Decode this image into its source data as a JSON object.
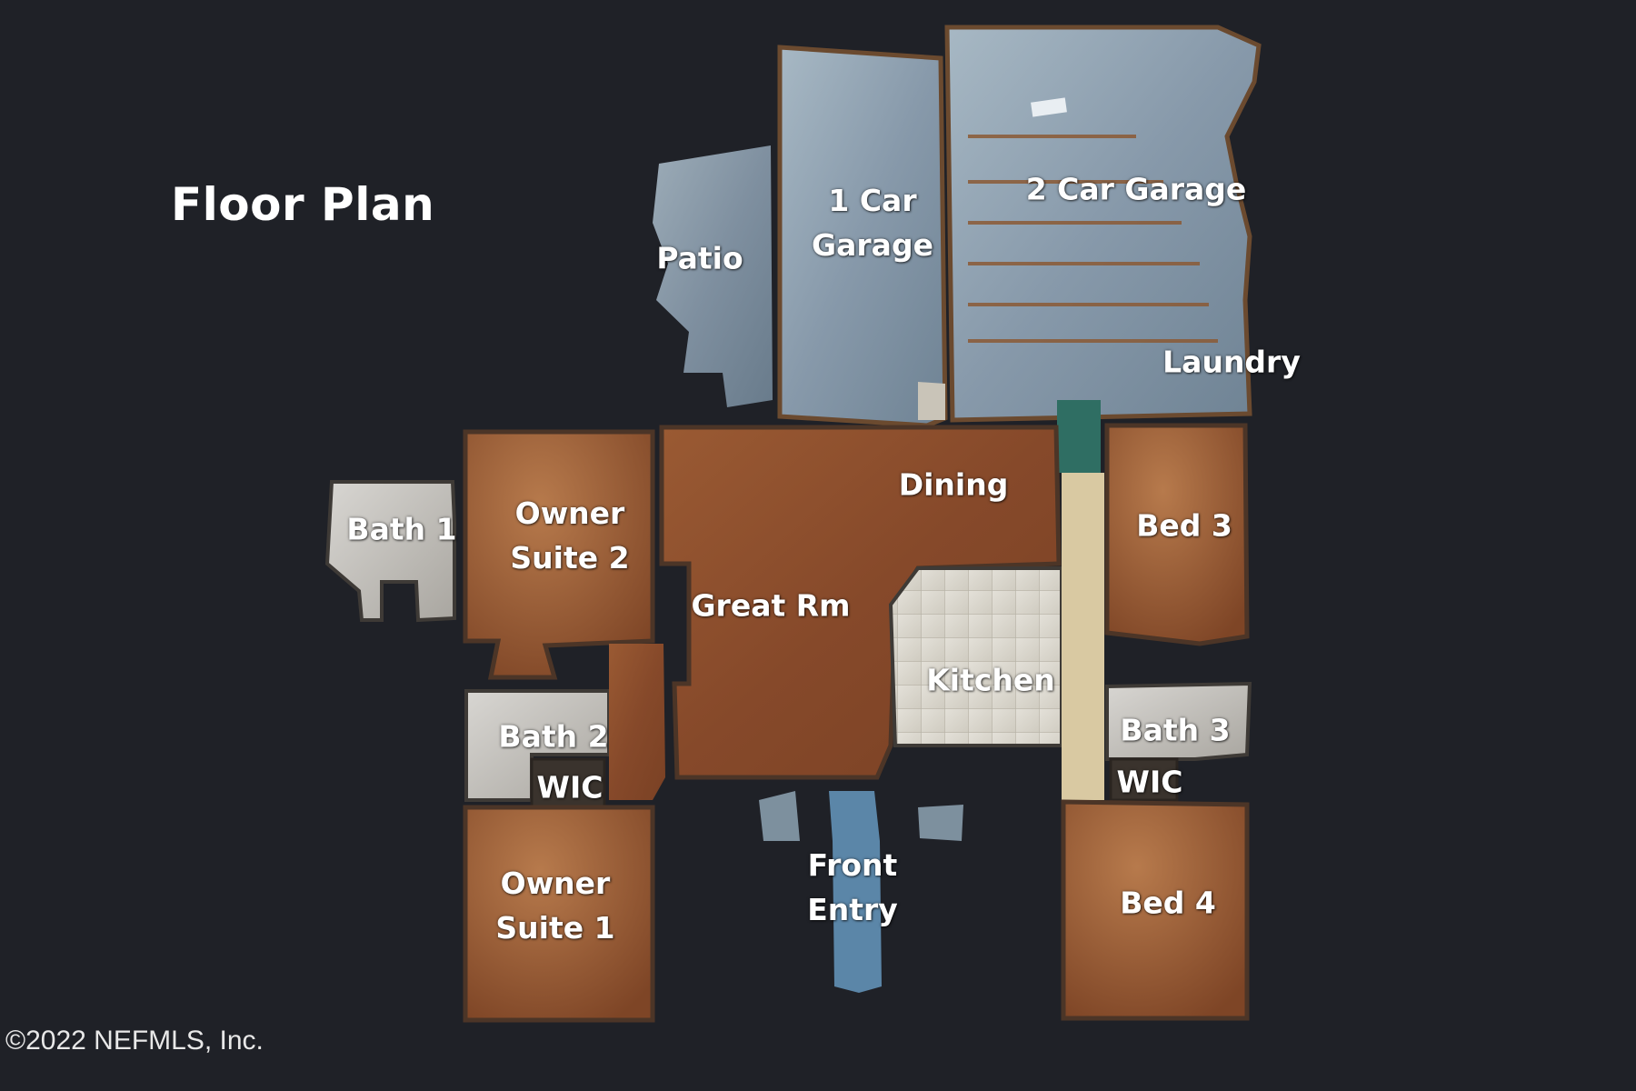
{
  "title": "Floor Plan",
  "copyright": "©2022 NEFMLS, Inc.",
  "colors": {
    "background": "#1f2127",
    "wood_floor": "#8a4e2c",
    "tile_floor": "#d9d6cb",
    "concrete": "#8ea3b4",
    "bath_floor": "#c9c6c0",
    "label": "#ffffff"
  },
  "rooms": [
    {
      "id": "patio",
      "lines": [
        "Patio"
      ]
    },
    {
      "id": "garage-1",
      "lines": [
        "1 Car",
        "Garage"
      ]
    },
    {
      "id": "garage-2",
      "lines": [
        "2 Car Garage"
      ]
    },
    {
      "id": "laundry",
      "lines": [
        "Laundry"
      ]
    },
    {
      "id": "bath-1",
      "lines": [
        "Bath 1"
      ]
    },
    {
      "id": "owner-suite-2",
      "lines": [
        "Owner",
        "Suite 2"
      ]
    },
    {
      "id": "dining",
      "lines": [
        "Dining"
      ]
    },
    {
      "id": "bed-3",
      "lines": [
        "Bed 3"
      ]
    },
    {
      "id": "great-rm",
      "lines": [
        "Great Rm"
      ]
    },
    {
      "id": "kitchen",
      "lines": [
        "Kitchen"
      ]
    },
    {
      "id": "bath-2",
      "lines": [
        "Bath 2"
      ]
    },
    {
      "id": "wic-left",
      "lines": [
        "WIC"
      ]
    },
    {
      "id": "bath-3",
      "lines": [
        "Bath 3"
      ]
    },
    {
      "id": "wic-right",
      "lines": [
        "WIC"
      ]
    },
    {
      "id": "owner-suite-1",
      "lines": [
        "Owner",
        "Suite 1"
      ]
    },
    {
      "id": "front-entry",
      "lines": [
        "Front",
        "Entry"
      ]
    },
    {
      "id": "bed-4",
      "lines": [
        "Bed 4"
      ]
    }
  ]
}
